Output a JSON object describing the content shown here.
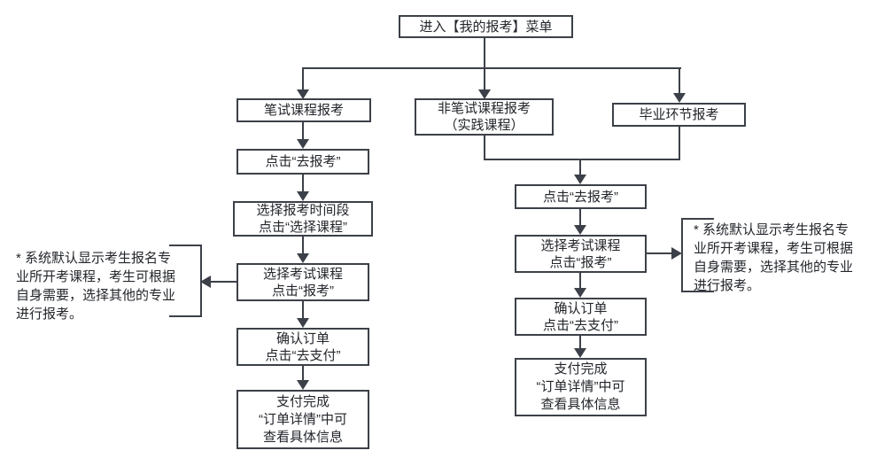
{
  "flowchart": {
    "type": "flowchart",
    "start": "进入【我的报考】菜单",
    "branches": {
      "written": "笔试课程报考",
      "practical": "非笔试课程报考\n（实践课程）",
      "graduation": "毕业环节报考"
    },
    "left_steps": {
      "step1": "点击“去报考”",
      "step2": "选择报考时间段\n点击“选择课程”",
      "step3": "选择考试课程\n点击“报考”",
      "step4": "确认订单\n点击“去支付”",
      "step5": "支付完成\n“订单详情”中可\n查看具体信息"
    },
    "right_steps": {
      "step1": "点击“去报考”",
      "step2": "选择考试课程\n点击“报考”",
      "step3": "确认订单\n点击“去支付”",
      "step4": "支付完成\n“订单详情”中可\n查看具体信息"
    },
    "note_left": "* 系统默认显示考生报名专\n业所开考课程，考生可根据\n自身需要，选择其他的专业\n进行报考。",
    "note_right": "* 系统默认显示考生报名专\n业所开考课程，考生可根据\n自身需要，选择其他的专业\n进行报考。",
    "colors": {
      "line": "#3c4048",
      "text": "#23262b",
      "background": "#ffffff"
    }
  }
}
